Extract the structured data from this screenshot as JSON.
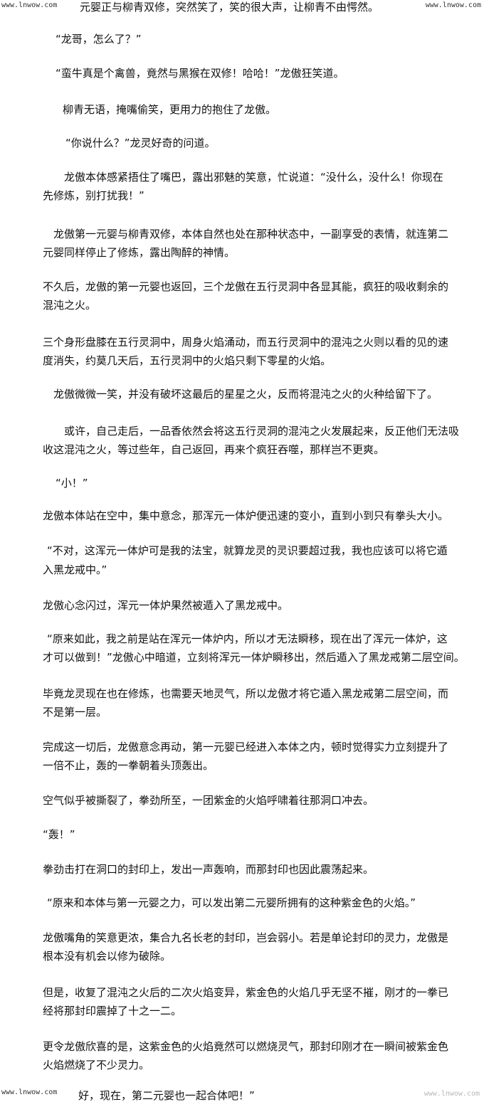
{
  "watermark": {
    "top_left": "www.lnwow.com",
    "top_right": "www.lnwow.com",
    "bottom_left": "www.lnwow.com",
    "bottom_right": "www.lnwow.com"
  },
  "lines": [
    "元婴正与柳青双修，突然笑了，笑的很大声，让柳青不由愕然。",
    "“龙哥，怎么了？”",
    "“蛮牛真是个禽兽，竟然与黑猴在双修！哈哈！”龙傲狂笑道。",
    "柳青无语，掩嘴偷笑，更用力的抱住了龙傲。",
    "“你说什么？”龙灵好奇的问道。",
    "龙傲本体感紧捂住了嘴巴，露出邪魅的笑意，忙说道：“没什么，没什么！你现在",
    "先修炼，别打扰我！”",
    "龙傲第一元婴与柳青双修，本体自然也处在那种状态中，一副享受的表情，就连第二",
    "元婴同样停止了修炼，露出陶醉的神情。",
    "不久后，龙傲的第一元婴也返回，三个龙傲在五行灵洞中各显其能，疯狂的吸收剩余的",
    "混沌之火。",
    "三个身形盘膝在五行灵洞中，周身火焰涌动，而五行灵洞中的混沌之火则以看的见的速",
    "度消失，约莫几天后，五行灵洞中的火焰只剩下零星的火焰。",
    "龙傲微微一笑，并没有破坏这最后的星星之火，反而将混沌之火的火种给留下了。",
    "或许，自己走后，一品香依然会将这五行灵洞的混沌之火发展起来，反正他们无法吸",
    "收这混沌之火，等过些年，自己返回，再来个疯狂吞噬，那样岂不更爽。",
    "“小！”",
    "龙傲本体站在空中，集中意念，那浑元一体炉便迅速的变小，直到小到只有拳头大小。",
    "“不对，这浑元一体炉可是我的法宝，就算龙灵的灵识要超过我，我也应该可以将它遁",
    "入黑龙戒中。”",
    "龙傲心念闪过，浑元一体炉果然被遁入了黑龙戒中。",
    "“原来如此，我之前是站在浑元一体炉内，所以才无法瞬移，现在出了浑元一体炉，这",
    "才可以做到！”龙傲心中暗道，立刻将浑元一体炉瞬移出，然后遁入了黑龙戒第二层空间。",
    "毕竟龙灵现在也在修炼，也需要天地灵气，所以龙傲才将它遁入黑龙戒第二层空间，而",
    "不是第一层。",
    "完成这一切后，龙傲意念再动，第一元婴已经进入本体之内，顿时觉得实力立刻提升了",
    "一倍不止，轰的一拳朝着头顶轰出。",
    "空气似乎被撕裂了，拳劲所至，一团紫金的火焰呼啸着往那洞口冲去。",
    "“轰！”",
    "拳劲击打在洞口的封印上，发出一声轰响，而那封印也因此震荡起来。",
    "“原来和本体与第一元婴之力，可以发出第二元婴所拥有的这种紫金色的火焰。”",
    "龙傲嘴角的笑意更浓，集合九名长老的封印，岂会弱小。若是单论封印的灵力，龙傲是",
    "根本没有机会以修为破除。",
    "但是，收复了混沌之火后的二次火焰变异，紫金色的火焰几乎无坚不摧，刚才的一拳已",
    "经将那封印震掉了十之一二。",
    "更令龙傲欣喜的是，这紫金色的火焰竟然可以燃烧灵气，那封印刚才在一瞬间被紫金色",
    "火焰燃烧了不少灵力。",
    "好，现在，第二元婴也一起合体吧！”"
  ]
}
